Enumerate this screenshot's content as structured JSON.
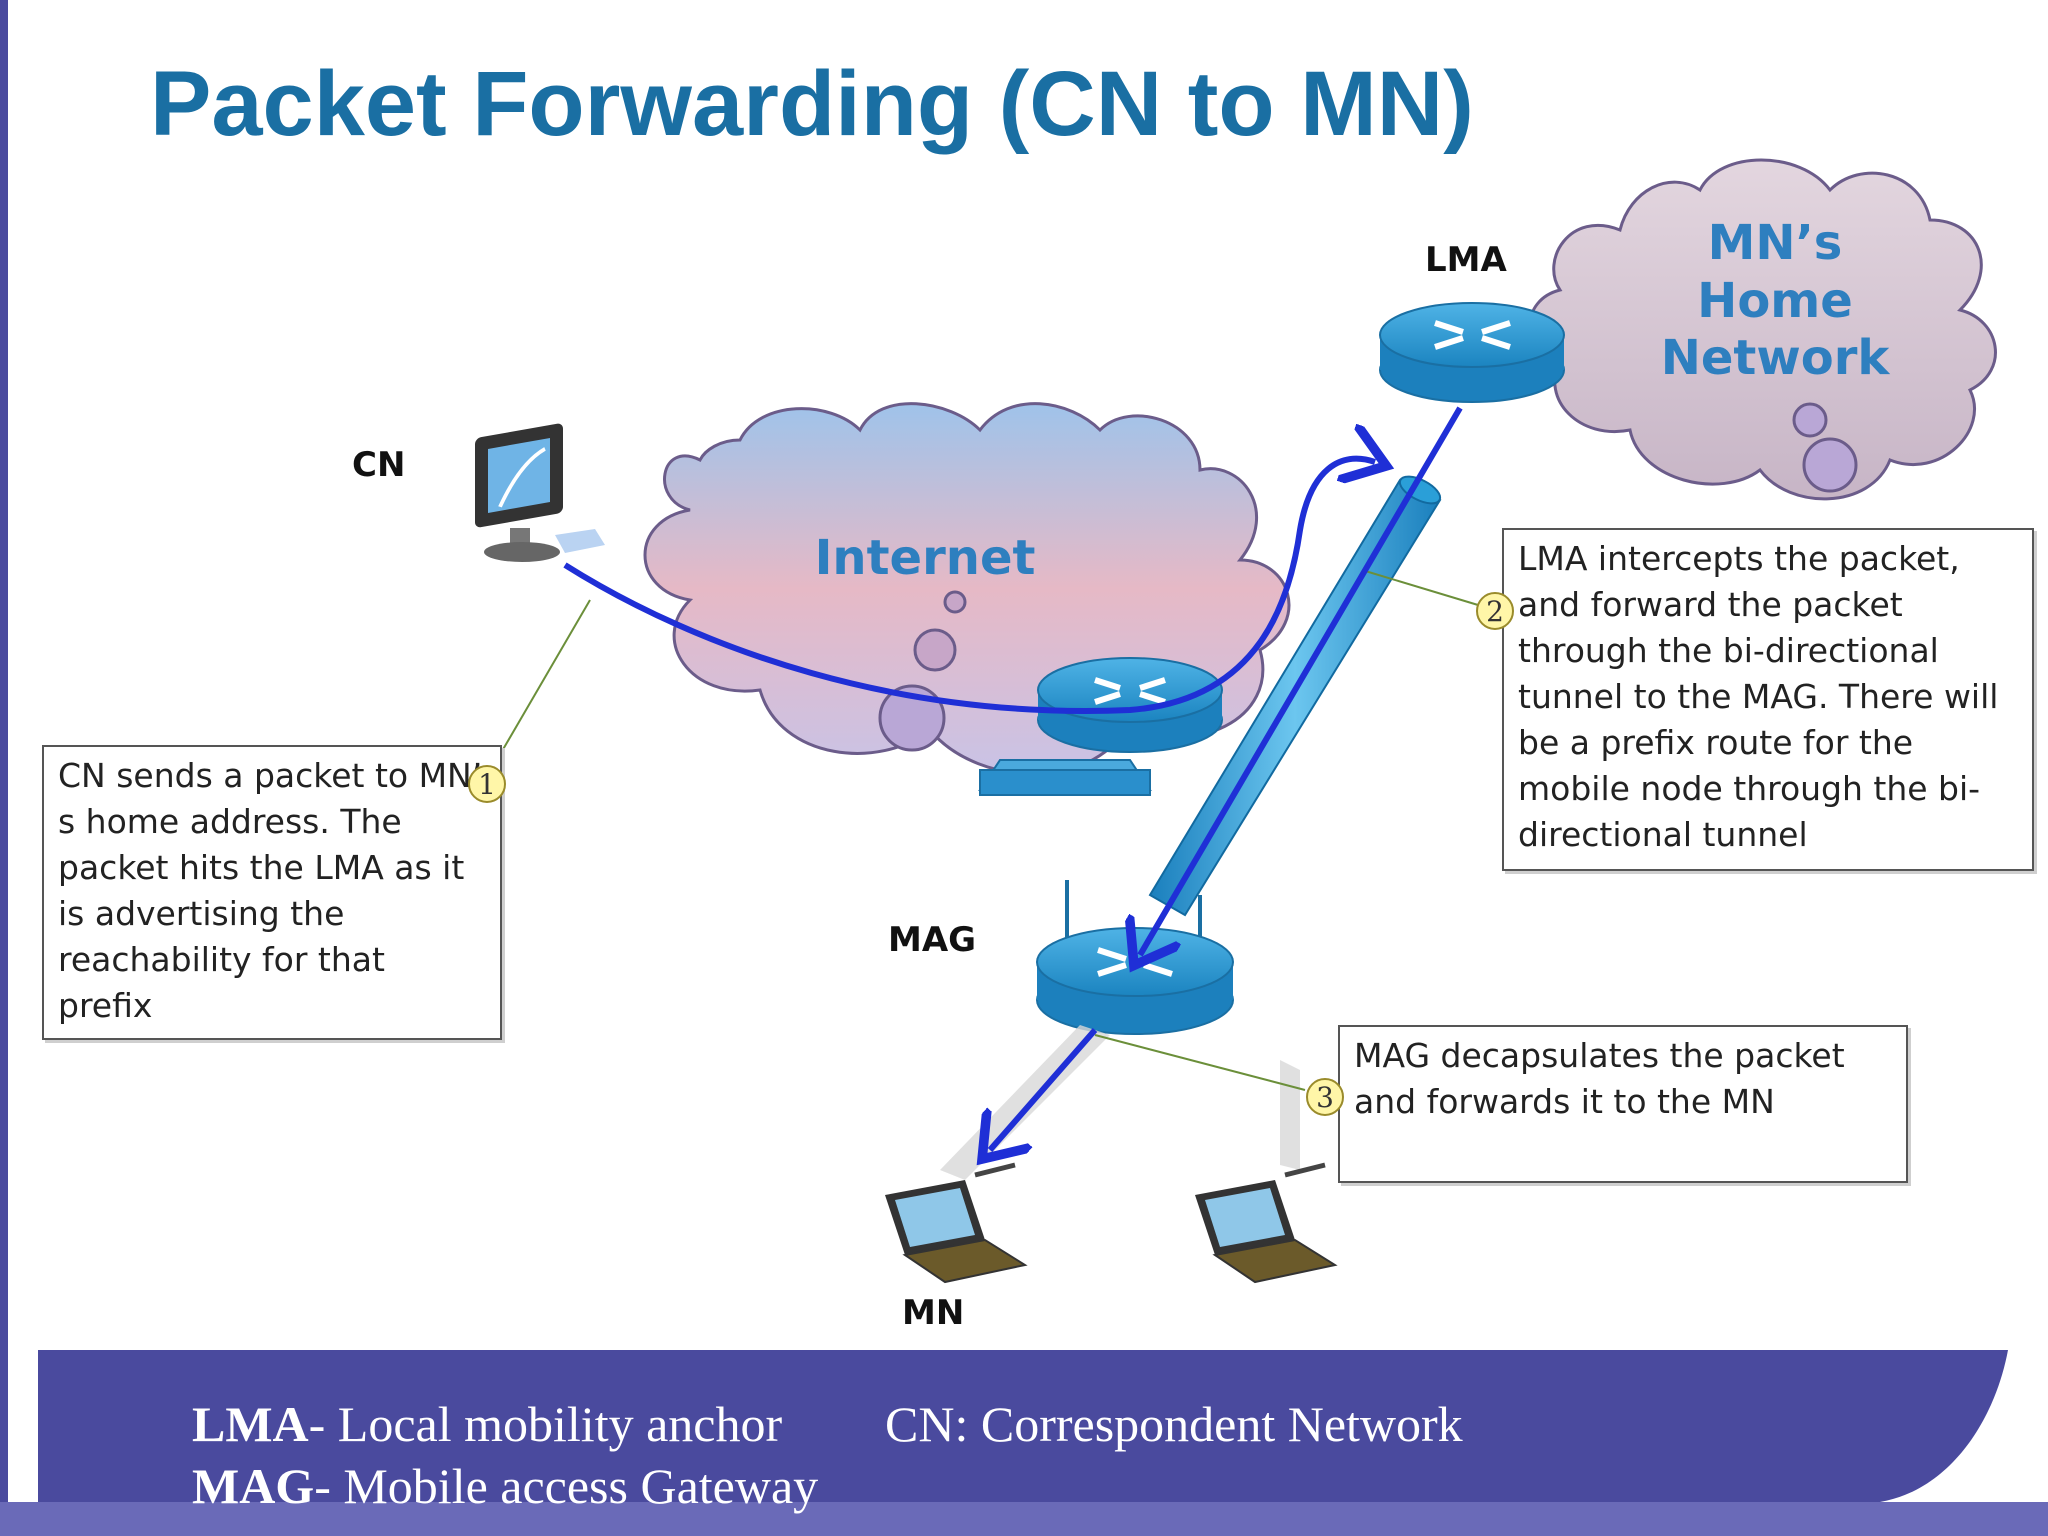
{
  "title": "Packet Forwarding (CN to MN)",
  "nodes": {
    "cn": "CN",
    "lma": "LMA",
    "mag": "MAG",
    "mn": "MN"
  },
  "clouds": {
    "internet": "Internet",
    "home_network": "MN’s Home Network"
  },
  "steps": [
    {
      "number": "1",
      "text": "CN sends a packet to MN’ s home address. The packet hits the LMA as it is advertising the reachability for that prefix"
    },
    {
      "number": "2",
      "text": "LMA intercepts the packet, and forward the packet through the bi-directional tunnel to the MAG. There will be a prefix route for the mobile node through the bi-directional tunnel"
    },
    {
      "number": "3",
      "text": "MAG decapsulates the packet and forwards it to the MN"
    }
  ],
  "legend": {
    "lma_abbr": "LMA",
    "lma_def": "- Local mobility anchor",
    "mag_abbr": "MAG",
    "mag_def": "- Mobile access Gateway",
    "cn_def": "CN: Correspondent Network"
  },
  "colors": {
    "title": "#1a6fa3",
    "flow_arrow": "#1f2fd6",
    "tunnel": "#2a9fd8",
    "router": "#1d8fc9",
    "footer": "#4a4a9e",
    "cloud_internet": "#e0b8c8",
    "cloud_home": "#d8c8d4"
  }
}
